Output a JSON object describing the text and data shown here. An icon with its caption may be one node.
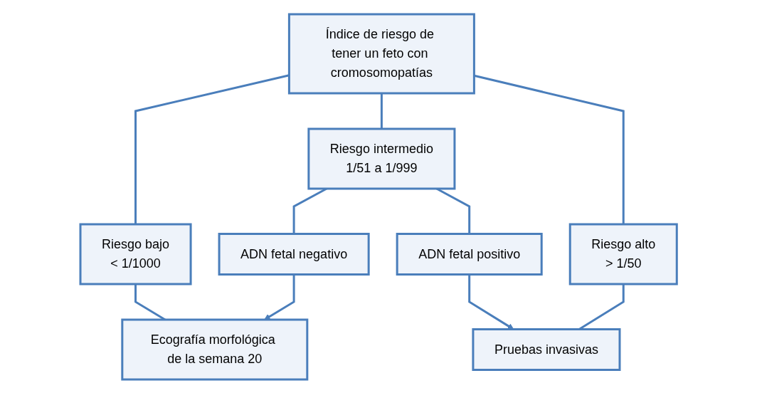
{
  "diagram": {
    "nodes": [
      {
        "text": [
          "Índice de riesgo de tener un feto con cromosomopatías"
        ]
      },
      {
        "text": [
          "Riesgo bajo",
          "< 1/1000"
        ]
      },
      {
        "text": [
          "Riesgo intermedio",
          "1/51 a 1/999"
        ]
      },
      {
        "text": [
          "Riesgo alto",
          "> 1/50"
        ]
      },
      {
        "text": [
          "ADN fetal negativo"
        ]
      },
      {
        "text": [
          "ADN fetal positivo"
        ]
      },
      {
        "text": [
          "Ecografía morfológica de la semana 20"
        ]
      },
      {
        "text": [
          "Pruebas invasivas"
        ]
      }
    ],
    "edges": [
      {
        "from": 0,
        "to": 1,
        "arrow": "none"
      },
      {
        "from": 0,
        "to": 2,
        "arrow": "none"
      },
      {
        "from": 0,
        "to": 3,
        "arrow": "none"
      },
      {
        "from": 2,
        "to": 4,
        "arrow": "none"
      },
      {
        "from": 2,
        "to": 5,
        "arrow": "none"
      },
      {
        "from": 1,
        "to": 6,
        "arrow": "none"
      },
      {
        "from": 3,
        "to": 7,
        "arrow": "none"
      },
      {
        "from": 4,
        "to": 6,
        "arrow": "to"
      },
      {
        "from": 5,
        "to": 7,
        "arrow": "to"
      }
    ]
  }
}
